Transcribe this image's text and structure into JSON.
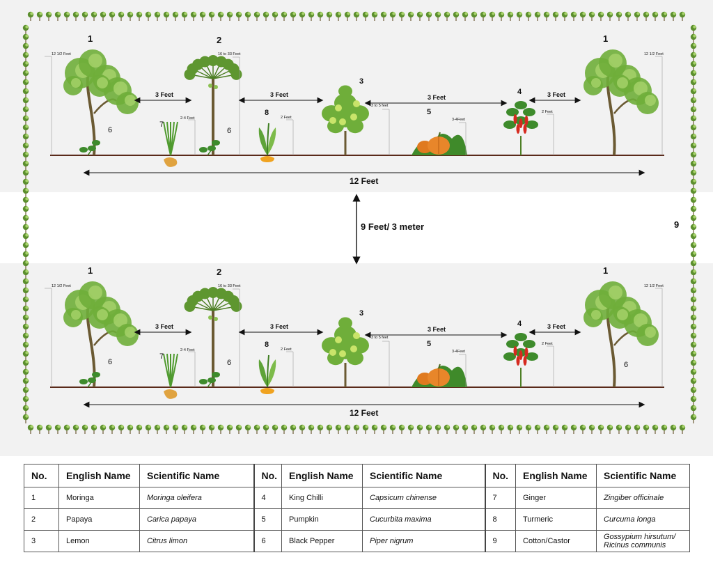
{
  "colors": {
    "leaf": "#6fae3a",
    "leaf_light": "#a8d36b",
    "trunk": "#6b5a33",
    "ground": "#5a2a1a",
    "pumpkin": "#e07a1f",
    "chilli": "#d62a1f",
    "root": "#e0a340",
    "panel": "#f2f2f2",
    "border_tree": "#5c8f2e"
  },
  "plot": {
    "row_spacing": "9 Feet/ 3 meter",
    "border_label": "9",
    "rows": [
      {
        "width_label": "12 Feet",
        "spacing_labels": [
          "3 Feet",
          "3 Feet",
          "3 Feet",
          "3 Feet"
        ],
        "plants": [
          {
            "num": "1",
            "height": "12 1/2 Feet"
          },
          {
            "num": "2",
            "height": "16 to 33 Feet"
          },
          {
            "num": "3",
            "height": "3 to 5 feet"
          },
          {
            "num": "4",
            "height": "2 Feet"
          },
          {
            "num": "5",
            "height": "3-4Feet"
          },
          {
            "num": "6"
          },
          {
            "num": "7",
            "height": "2-4 Feet"
          },
          {
            "num": "8",
            "height": "2 Feet"
          },
          {
            "num": "1",
            "height": "12 1/2 Feet"
          }
        ]
      },
      {
        "width_label": "12 Feet",
        "spacing_labels": [
          "3 Feet",
          "3 Feet",
          "3 Feet",
          "3 Feet"
        ],
        "plants": [
          {
            "num": "1",
            "height": "12 1/2 Feet"
          },
          {
            "num": "2",
            "height": "16 to 33 Feet"
          },
          {
            "num": "3",
            "height": "3 to 5 feet"
          },
          {
            "num": "4",
            "height": "2 Feet"
          },
          {
            "num": "5",
            "height": "3-4Feet"
          },
          {
            "num": "6"
          },
          {
            "num": "7",
            "height": "2-4 Feet"
          },
          {
            "num": "8",
            "height": "2 Feet"
          },
          {
            "num": "1",
            "height": "12 1/2 Feet"
          }
        ]
      }
    ]
  },
  "legend": {
    "headers": {
      "no": "No.",
      "english": "English Name",
      "scientific": "Scientific Name"
    },
    "columns": [
      [
        {
          "no": "1",
          "english": "Moringa",
          "scientific": "Moringa oleifera"
        },
        {
          "no": "2",
          "english": "Papaya",
          "scientific": "Carica papaya"
        },
        {
          "no": "3",
          "english": "Lemon",
          "scientific": "Citrus limon"
        }
      ],
      [
        {
          "no": "4",
          "english": "King Chilli",
          "scientific": "Capsicum chinense"
        },
        {
          "no": "5",
          "english": "Pumpkin",
          "scientific": "Cucurbita maxima"
        },
        {
          "no": "6",
          "english": "Black Pepper",
          "scientific": "Piper nigrum"
        }
      ],
      [
        {
          "no": "7",
          "english": "Ginger",
          "scientific": "Zingiber officinale"
        },
        {
          "no": "8",
          "english": "Turmeric",
          "scientific": "Curcuma longa"
        },
        {
          "no": "9",
          "english": "Cotton/Castor",
          "scientific": "Gossypium hirsutum/ Ricinus communis"
        }
      ]
    ]
  }
}
